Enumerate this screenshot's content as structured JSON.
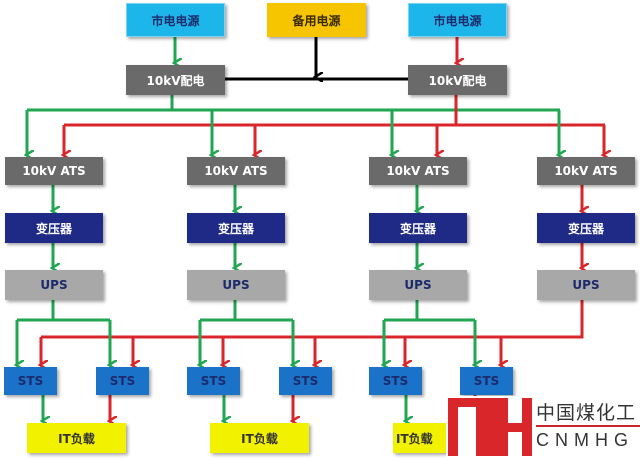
{
  "colors": {
    "primary_path": "#21a651",
    "backup_path": "#d9262a",
    "backup_feed": "#000000"
  },
  "sources": {
    "utility_left": "市电电源",
    "backup": "备用电源",
    "utility_right": "市电电源"
  },
  "distribution": {
    "left": "10kV配电",
    "right": "10kV配电"
  },
  "ats": [
    "10kV ATS",
    "10kV ATS",
    "10kV ATS",
    "10kV ATS"
  ],
  "transformers": [
    "变压器",
    "变压器",
    "变压器",
    "变压器"
  ],
  "ups": [
    "UPS",
    "UPS",
    "UPS",
    "UPS"
  ],
  "sts": [
    "STS",
    "STS",
    "STS",
    "STS",
    "STS",
    "STS"
  ],
  "loads": [
    "IT负载",
    "IT负载",
    "IT负载"
  ],
  "watermark": {
    "cn": "中国煤化工",
    "en": "CNMHG",
    "mark": "MH"
  }
}
